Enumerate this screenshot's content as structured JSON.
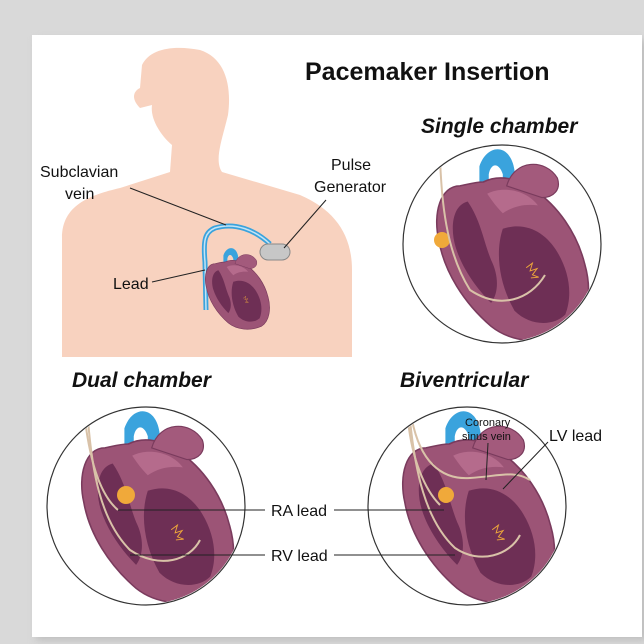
{
  "title": "Pacemaker Insertion",
  "sections": {
    "single": "Single chamber",
    "dual": "Dual chamber",
    "biventricular": "Biventricular"
  },
  "labels": {
    "subclavian_line1": "Subclavian",
    "subclavian_line2": "vein",
    "pulse_line1": "Pulse",
    "pulse_line2": "Generator",
    "lead": "Lead",
    "ra_lead": "RA lead",
    "rv_lead": "RV lead",
    "coronary_line1": "Coronary",
    "coronary_line2": "sinus vein",
    "lv_lead": "LV lead"
  },
  "colors": {
    "skin": "#f8d2bf",
    "heart_outer": "#9c5476",
    "heart_inner": "#6e2f55",
    "vein_blue": "#3aa3dd",
    "node_yellow": "#f0a93a",
    "generator_gray": "#c7c7c7"
  }
}
